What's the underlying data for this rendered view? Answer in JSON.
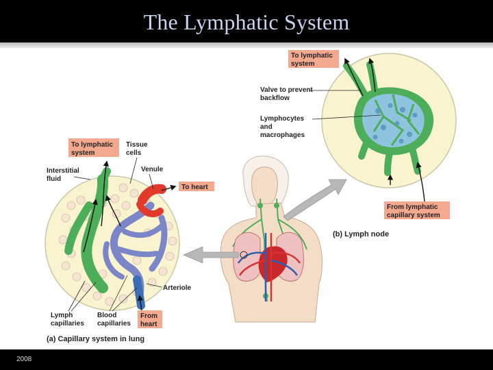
{
  "slide": {
    "title": "The Lymphatic System",
    "year": "2008"
  },
  "panel_a": {
    "caption": "(a) Capillary system in lung",
    "labels": {
      "to_lymphatic_1": "To lymphatic",
      "to_lymphatic_2": "system",
      "tissue_1": "Tissue",
      "tissue_2": "cells",
      "interstitial_1": "Interstitial",
      "interstitial_2": "fluid",
      "venule": "Venule",
      "to_heart": "To heart",
      "arteriole": "Arteriole",
      "lymph_cap_1": "Lymph",
      "lymph_cap_2": "capillaries",
      "blood_cap_1": "Blood",
      "blood_cap_2": "capillaries",
      "from_heart_1": "From",
      "from_heart_2": "heart"
    }
  },
  "panel_b": {
    "caption": "(b) Lymph node",
    "labels": {
      "to_lymphatic_1": "To lymphatic",
      "to_lymphatic_2": "system",
      "valve_1": "Valve to prevent",
      "valve_2": "backflow",
      "lympho_1": "Lymphocytes",
      "lympho_2": "and",
      "lympho_3": "macrophages",
      "from_lymph_1": "From lymphatic",
      "from_lymph_2": "capillary system"
    }
  },
  "colors": {
    "label_box": "#f4a98f",
    "circle_fill": "#faf3cf",
    "lymph_green": "#4cae59",
    "vein_blue": "#7a86c8",
    "artery_red": "#e23a2a",
    "node_blue": "#8ec4dd"
  }
}
